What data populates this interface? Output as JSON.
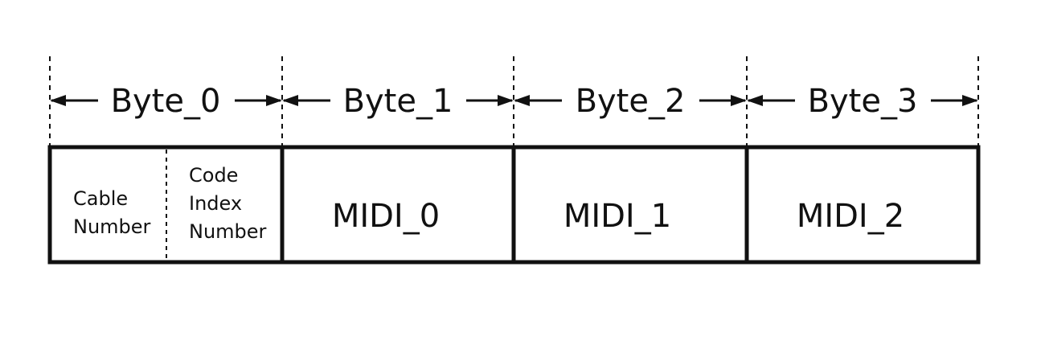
{
  "byte_labels": [
    "Byte_0",
    "Byte_1",
    "Byte_2",
    "Byte_3"
  ],
  "fields": {
    "cable_number": [
      "Cable",
      "Number"
    ],
    "code_index_number": [
      "Code",
      "Index",
      "Number"
    ],
    "midi": [
      "MIDI_0",
      "MIDI_1",
      "MIDI_2"
    ]
  },
  "colors": {
    "line": "#111111",
    "background": "#ffffff"
  }
}
